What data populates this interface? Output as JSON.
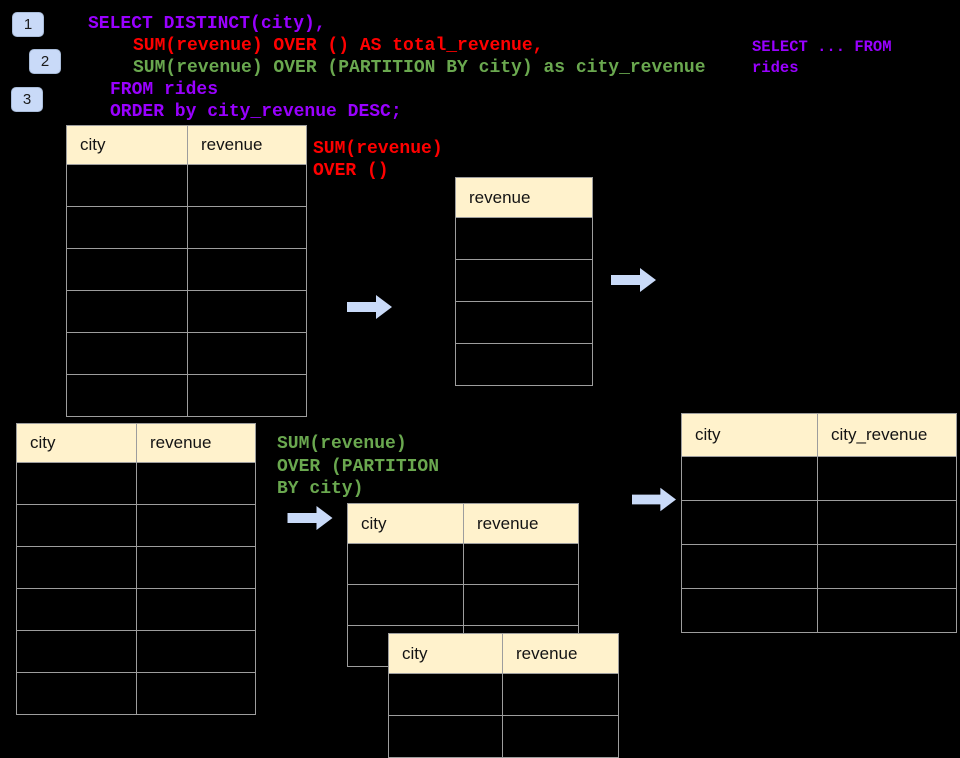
{
  "colors": {
    "background": "#000000",
    "keyword_purple": "#9900FF",
    "total_red": "#FF0000",
    "partition_green": "#6AA84F",
    "table_header_fill": "#FFF2CC",
    "table_border": "#9D9D9D",
    "arrow_fill": "#C9DAF8",
    "badge_fill": "#C9DAF8"
  },
  "step_badges": {
    "one": "1",
    "two": "2",
    "three": "3"
  },
  "sql": {
    "line1": "SELECT DISTINCT(city),",
    "line2": "SUM(revenue) OVER () AS total_revenue,",
    "line3": "SUM(revenue) OVER (PARTITION BY city) as city_revenue",
    "line4": "FROM rides",
    "line5": "ORDER by city_revenue DESC;"
  },
  "side_note": "SELECT ... FROM\nrides",
  "annotation_total": "SUM(revenue)\nOVER ()",
  "annotation_partition": "SUM(revenue)\nOVER (PARTITION\nBY city)",
  "tables": {
    "rides_top": {
      "col1": "city",
      "col2": "revenue"
    },
    "total": {
      "col1": "revenue"
    },
    "rides_bottom": {
      "col1": "city",
      "col2": "revenue"
    },
    "partition_a": {
      "col1": "city",
      "col2": "revenue"
    },
    "partition_b": {
      "col1": "city",
      "col2": "revenue"
    },
    "result": {
      "col1": "city",
      "col2": "city_revenue"
    }
  }
}
